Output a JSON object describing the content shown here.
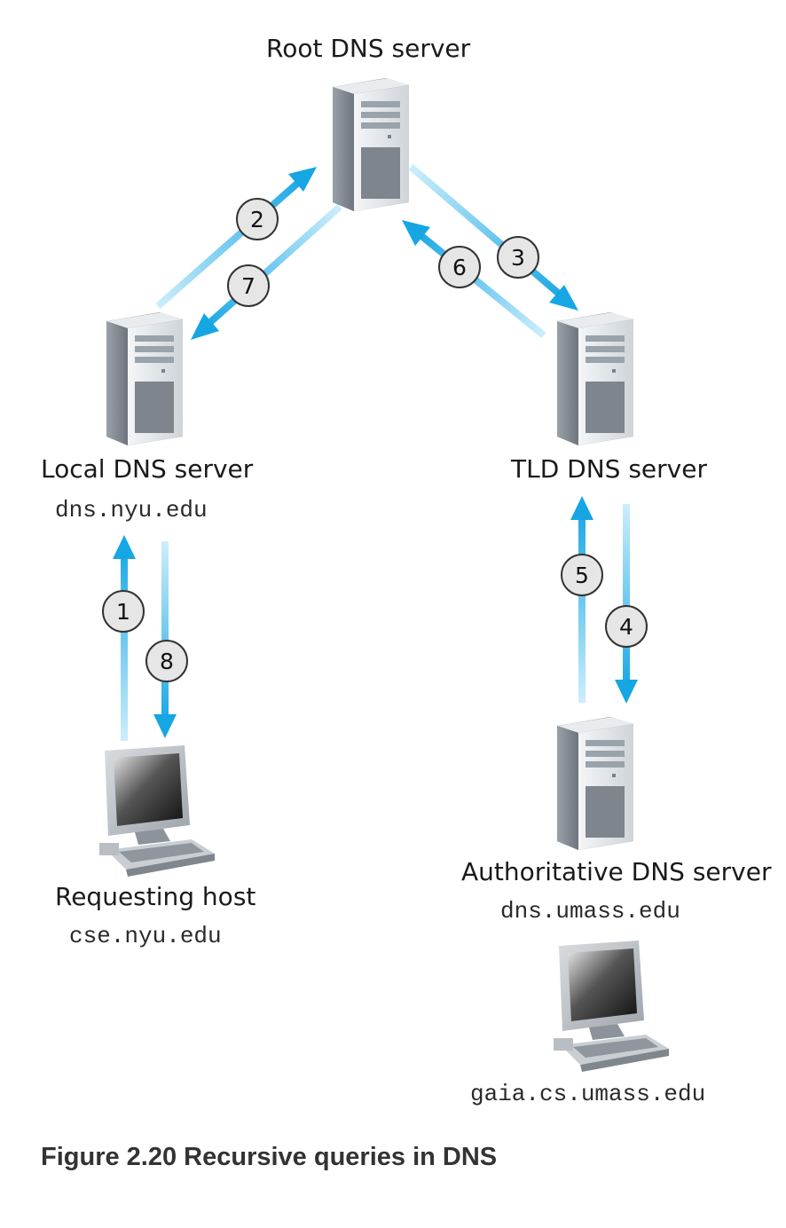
{
  "labels": {
    "root": "Root DNS server",
    "local": "Local DNS server",
    "local_host": "dns.nyu.edu",
    "tld": "TLD DNS server",
    "requesting": "Requesting host",
    "requesting_host": "cse.nyu.edu",
    "auth": "Authoritative DNS server",
    "auth_host": "dns.umass.edu",
    "target_host": "gaia.cs.umass.edu"
  },
  "steps": [
    "1",
    "2",
    "3",
    "4",
    "5",
    "6",
    "7",
    "8"
  ],
  "caption": "Figure 2.20 Recursive queries in DNS",
  "colors": {
    "arrow": "#16a6e4",
    "arrow_faded": "#cdeefb",
    "circle_fill": "#e6e6e6",
    "circle_stroke": "#333333"
  }
}
